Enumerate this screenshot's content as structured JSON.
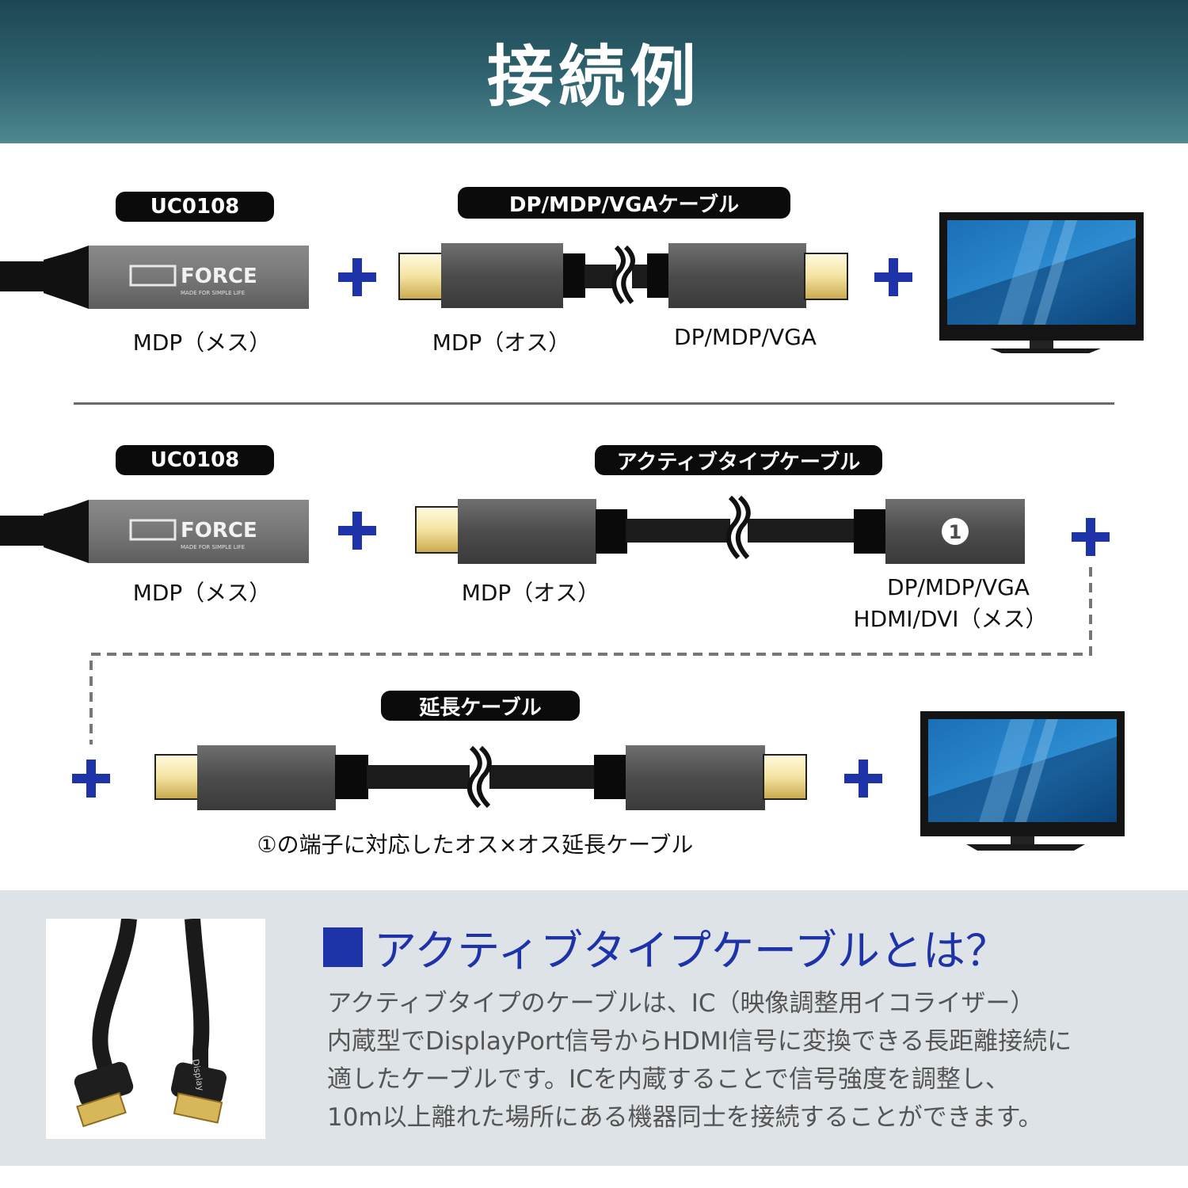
{
  "header": {
    "title": "接続例"
  },
  "colors": {
    "accent_blue": "#1e33a8",
    "header_dark": "#1d4653",
    "header_light": "#4f8890",
    "panel_bg": "#dde3e6"
  },
  "row1": {
    "device_tag": "UC0108",
    "brand": "MSL FORCE",
    "brand_sub": "MADE FOR SIMPLE LIFE",
    "device_label": "MDP（メス）",
    "cable_tag": "DP/MDP/VGAケーブル",
    "cable_left_label": "MDP（オス）",
    "cable_right_label": "DP/MDP/VGA"
  },
  "row2": {
    "device_tag": "UC0108",
    "brand": "MSL FORCE",
    "brand_sub": "MADE FOR SIMPLE LIFE",
    "device_label": "MDP（メス）",
    "cable_tag": "アクティブタイプケーブル",
    "cable_left_label": "MDP（オス）",
    "cable_marker": "1",
    "cable_right_label_1": "DP/MDP/VGA",
    "cable_right_label_2": "HDMI/DVI（メス）"
  },
  "row3": {
    "cable_tag": "延長ケーブル",
    "caption": "①の端子に対応したオス×オス延長ケーブル"
  },
  "info": {
    "title": "アクティブタイプケーブルとは？",
    "body": [
      "アクティブタイプのケーブルは、IC（映像調整用イコライザー）",
      "内蔵型でDisplayPort信号からHDMI信号に変換できる長距離接続に",
      "適したケーブルです。ICを内蔵することで信号強度を調整し、",
      "10m以上離れた場所にある機器同士を接続することができます。"
    ],
    "photo_plug_text": "Display"
  }
}
